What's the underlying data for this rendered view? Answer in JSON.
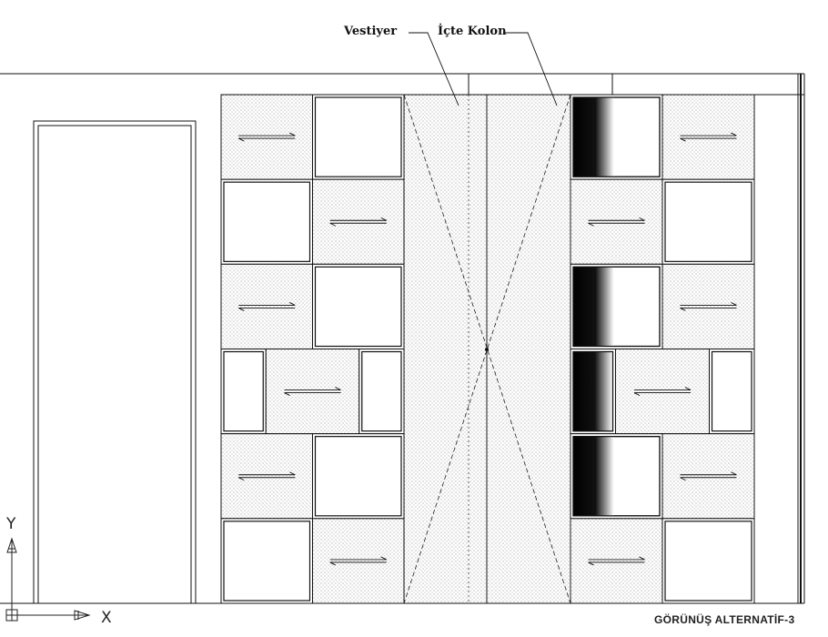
{
  "drawing": {
    "title": "GÖRÜNÜŞ ALTERNATİF-3",
    "callouts": {
      "wardrobe": "Vestiyer",
      "column": "İçte Kolon"
    },
    "axis": {
      "y": "Y",
      "x": "X"
    },
    "colors": {
      "line": "#111111",
      "panel_fill": "#d8d8d8",
      "background": "#ffffff"
    },
    "left_module_rows": [
      [
        "drawer",
        "open"
      ],
      [
        "open",
        "drawer"
      ],
      [
        "drawer",
        "open"
      ],
      [
        "narrow-open",
        "drawer",
        "narrow-open"
      ],
      [
        "drawer",
        "open"
      ],
      [
        "open",
        "drawer"
      ]
    ],
    "right_module_rows": [
      [
        "gradient-open",
        "drawer"
      ],
      [
        "drawer",
        "open"
      ],
      [
        "gradient-open",
        "drawer"
      ],
      [
        "gradient-narrow",
        "drawer",
        "narrow-open"
      ],
      [
        "gradient-open",
        "drawer"
      ],
      [
        "drawer",
        "open"
      ]
    ]
  }
}
